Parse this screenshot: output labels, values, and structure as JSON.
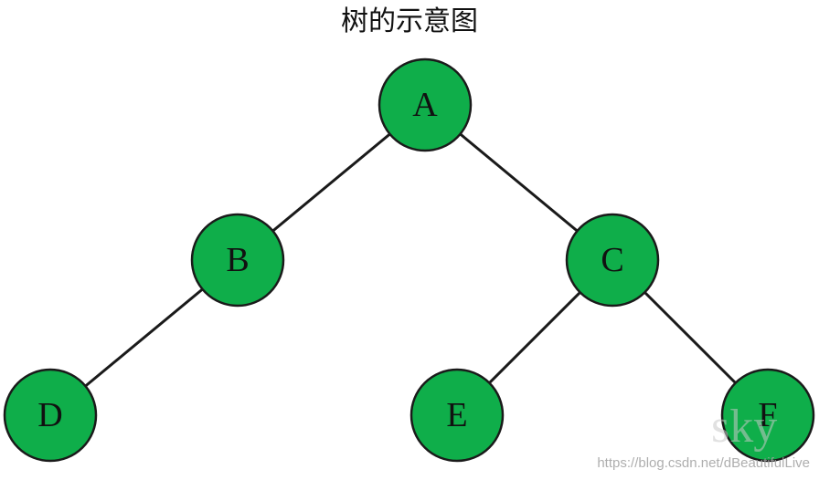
{
  "title": "树的示意图",
  "nodes": [
    {
      "id": "A",
      "label": "A"
    },
    {
      "id": "B",
      "label": "B"
    },
    {
      "id": "C",
      "label": "C"
    },
    {
      "id": "D",
      "label": "D"
    },
    {
      "id": "E",
      "label": "E"
    },
    {
      "id": "F",
      "label": "F"
    }
  ],
  "edges": [
    {
      "from": "A",
      "to": "B"
    },
    {
      "from": "A",
      "to": "C"
    },
    {
      "from": "B",
      "to": "D"
    },
    {
      "from": "C",
      "to": "E"
    },
    {
      "from": "C",
      "to": "F"
    }
  ],
  "colors": {
    "node_fill": "#0fae4a",
    "outline": "#1a1a1a"
  },
  "watermark": {
    "logo_text": "sky",
    "url": "https://blog.csdn.net/dBeautifulLive"
  }
}
